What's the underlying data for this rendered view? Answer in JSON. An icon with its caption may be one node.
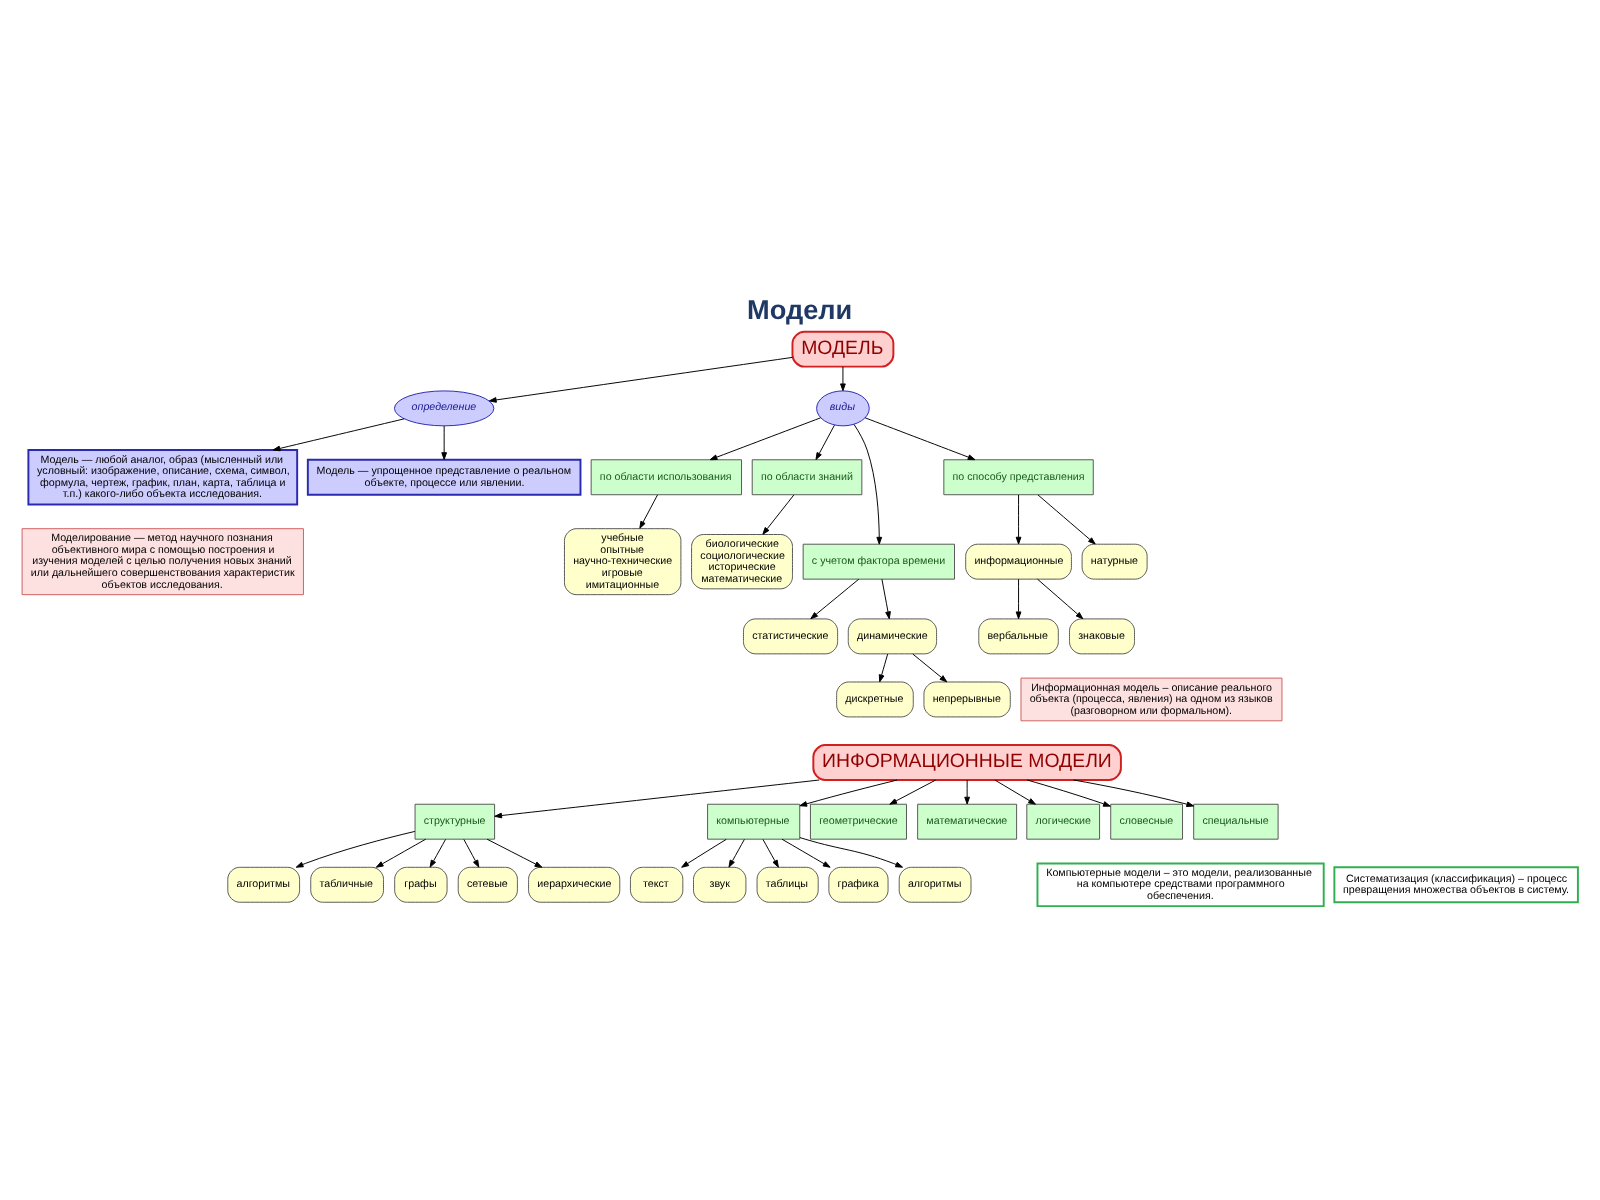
{
  "diagram": {
    "title": "Модели",
    "nodes": [
      {
        "text": [
          "Модель — любой аналог, образ (мысленный или условный: изображение, описание, схема, символ, формула, чертеж, график, план, карта, таблица и т.п.) какого-либо объекта исследования."
        ]
      },
      {
        "text": [
          "Модель — упрощенное представление о реальном объекте, процессе или явлении."
        ]
      },
      {
        "text": [
          "Моделирование — метод научного познания объективного мира с помощью построения и изучения моделей с целью получения новых знаний или дальнейшего совершенствования характеристик объектов исследования."
        ]
      },
      {
        "text": [
          "учебные",
          "опытные",
          "научно-технические",
          "игровые",
          "имитационные"
        ]
      },
      {
        "text": [
          "биологические",
          "социологические",
          "исторические",
          "математические"
        ]
      },
      {
        "text": [
          "дискретные"
        ]
      },
      {
        "text": [
          "непрерывные"
        ]
      },
      {
        "text": [
          "вербальные"
        ]
      },
      {
        "text": [
          "знаковые"
        ]
      },
      {
        "text": [
          "статистические"
        ]
      },
      {
        "text": [
          "динамические"
        ]
      },
      {
        "text": [
          "информационные"
        ]
      },
      {
        "text": [
          "по области использования"
        ]
      },
      {
        "text": [
          "по области знаний"
        ]
      },
      {
        "text": [
          "с учетом фактора времени"
        ]
      },
      {
        "text": [
          "натурные"
        ]
      },
      {
        "text": [
          "по способу представления"
        ]
      },
      {
        "text": [
          "определение"
        ]
      },
      {
        "text": [
          "виды"
        ]
      },
      {
        "text": [
          "МОДЕЛЬ"
        ]
      },
      {
        "text": [
          "Информационная модель – описание реального объекта (процесса, явления) на одном из языков (разговорном или формальном)."
        ]
      },
      {
        "text": [
          "ИНФОРМАЦИОННЫЕ МОДЕЛИ"
        ]
      },
      {
        "text": [
          "алгоритмы"
        ]
      },
      {
        "text": [
          "структурные"
        ]
      },
      {
        "text": [
          "компьютерные"
        ]
      },
      {
        "text": [
          "текст"
        ]
      },
      {
        "text": [
          "табличные"
        ]
      },
      {
        "text": [
          "графы"
        ]
      },
      {
        "text": [
          "геометрические"
        ]
      },
      {
        "text": [
          "математические"
        ]
      },
      {
        "text": [
          "звук"
        ]
      },
      {
        "text": [
          "таблицы"
        ]
      },
      {
        "text": [
          "сетевые"
        ]
      },
      {
        "text": [
          "иерархические"
        ]
      },
      {
        "text": [
          "логические"
        ]
      },
      {
        "text": [
          "словесные"
        ]
      },
      {
        "text": [
          "графика"
        ]
      },
      {
        "text": [
          "алгоритмы"
        ]
      },
      {
        "text": [
          "специальные"
        ]
      },
      {
        "text": [
          "Компьютерные модели – это модели, реализованные на компьютере средствами программного обеспечения."
        ]
      },
      {
        "text": [
          "Систематизация (классификация) – процесс превращения множества объектов в систему."
        ]
      }
    ],
    "edges": [
      {
        "from": 19,
        "to": 17,
        "arrow": "to"
      },
      {
        "from": 19,
        "to": 18,
        "arrow": "to"
      },
      {
        "from": 17,
        "to": 1,
        "arrow": "to"
      },
      {
        "from": 17,
        "to": 0,
        "arrow": "to"
      },
      {
        "from": 18,
        "to": 12,
        "arrow": "to"
      },
      {
        "from": 18,
        "to": 13,
        "arrow": "to"
      },
      {
        "from": 18,
        "to": 14,
        "arrow": "to"
      },
      {
        "from": 18,
        "to": 16,
        "arrow": "to"
      },
      {
        "from": 12,
        "to": 3,
        "arrow": "to"
      },
      {
        "from": 13,
        "to": 4,
        "arrow": "to"
      },
      {
        "from": 14,
        "to": 9,
        "arrow": "to"
      },
      {
        "from": 14,
        "to": 10,
        "arrow": "to"
      },
      {
        "from": 10,
        "to": 5,
        "arrow": "to"
      },
      {
        "from": 10,
        "to": 6,
        "arrow": "to"
      },
      {
        "from": 16,
        "to": 15,
        "arrow": "to"
      },
      {
        "from": 16,
        "to": 11,
        "arrow": "to"
      },
      {
        "from": 11,
        "to": 7,
        "arrow": "to"
      },
      {
        "from": 11,
        "to": 8,
        "arrow": "to"
      },
      {
        "from": 21,
        "to": 23,
        "arrow": "to"
      },
      {
        "from": 21,
        "to": 24,
        "arrow": "to"
      },
      {
        "from": 21,
        "to": 28,
        "arrow": "to"
      },
      {
        "from": 21,
        "to": 34,
        "arrow": "to"
      },
      {
        "from": 21,
        "to": 38,
        "arrow": "to"
      },
      {
        "from": 21,
        "to": 35,
        "arrow": "to"
      },
      {
        "from": 21,
        "to": 29,
        "arrow": "to"
      },
      {
        "from": 23,
        "to": 22,
        "arrow": "to"
      },
      {
        "from": 23,
        "to": 26,
        "arrow": "to"
      },
      {
        "from": 23,
        "to": 27,
        "arrow": "to"
      },
      {
        "from": 23,
        "to": 32,
        "arrow": "to"
      },
      {
        "from": 23,
        "to": 33,
        "arrow": "to"
      },
      {
        "from": 24,
        "to": 25,
        "arrow": "to"
      },
      {
        "from": 24,
        "to": 30,
        "arrow": "to"
      },
      {
        "from": 24,
        "to": 31,
        "arrow": "to"
      },
      {
        "from": 24,
        "to": 36,
        "arrow": "to"
      },
      {
        "from": 24,
        "to": 37,
        "arrow": "to"
      }
    ]
  }
}
